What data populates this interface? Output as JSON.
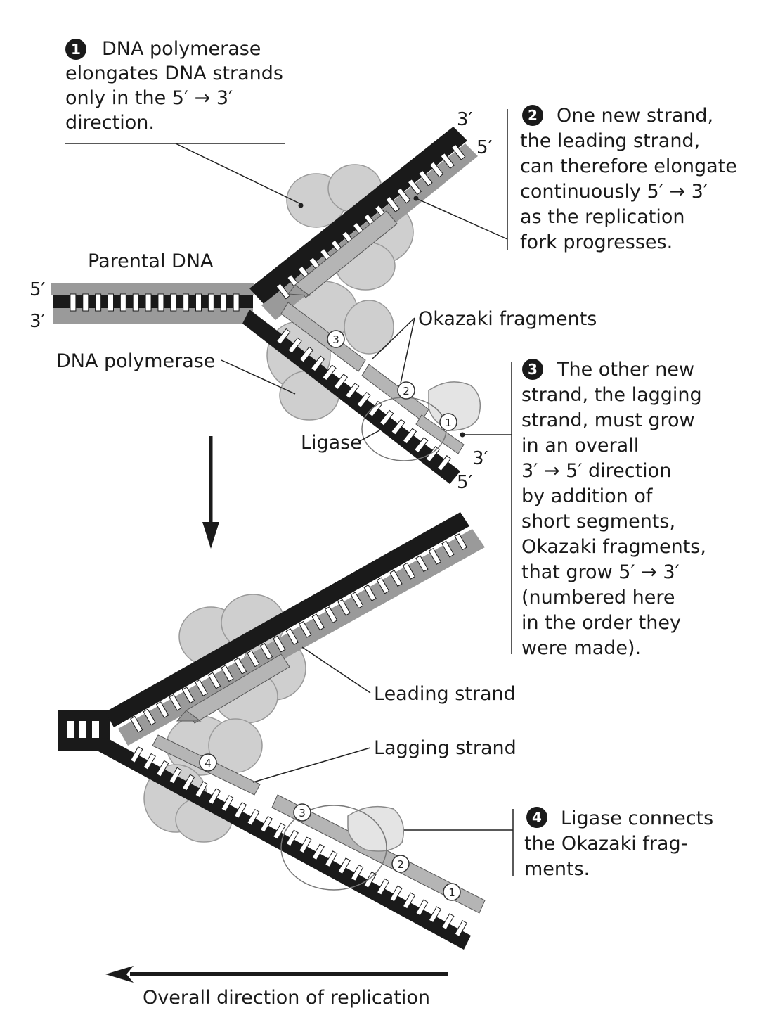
{
  "steps": [
    {
      "num": "1",
      "lines": [
        "DNA polymerase",
        "elongates DNA strands",
        "only in the 5′ → 3′",
        "direction."
      ]
    },
    {
      "num": "2",
      "lines": [
        "One new strand,",
        "the leading strand,",
        "can therefore elongate",
        "continuously 5′ → 3′",
        "as the replication",
        "fork progresses."
      ]
    },
    {
      "num": "3",
      "lines": [
        "The other new",
        "strand, the lagging",
        "strand, must grow",
        "in an overall",
        "3′ → 5′ direction",
        "by addition of",
        "short segments,",
        "Okazaki fragments,",
        "that grow 5′ → 3′",
        "(numbered here",
        "in the order they",
        "were made)."
      ]
    },
    {
      "num": "4",
      "lines": [
        "Ligase connects",
        "the Okazaki frag-",
        "ments."
      ]
    }
  ],
  "labels": {
    "parental_dna": "Parental DNA",
    "dna_polymerase": "DNA polymerase",
    "okazaki_fragments": "Okazaki fragments",
    "ligase": "Ligase",
    "leading_strand": "Leading strand",
    "lagging_strand": "Lagging strand",
    "overall_direction": "Overall direction of replication"
  },
  "ends": {
    "top_upper_3": "3′",
    "top_upper_5": "5′",
    "parent_5": "5′",
    "parent_3": "3′",
    "top_lower_3": "3′",
    "top_lower_5": "5′"
  },
  "fragment_numbers": {
    "top": [
      "3",
      "2",
      "1"
    ],
    "bottom": [
      "4",
      "3",
      "2",
      "1"
    ]
  },
  "colors": {
    "parental_strand": "#1a1a1a",
    "new_strand": "#9a9a9a",
    "protein": "#cfcfcf",
    "line": "#222222"
  }
}
